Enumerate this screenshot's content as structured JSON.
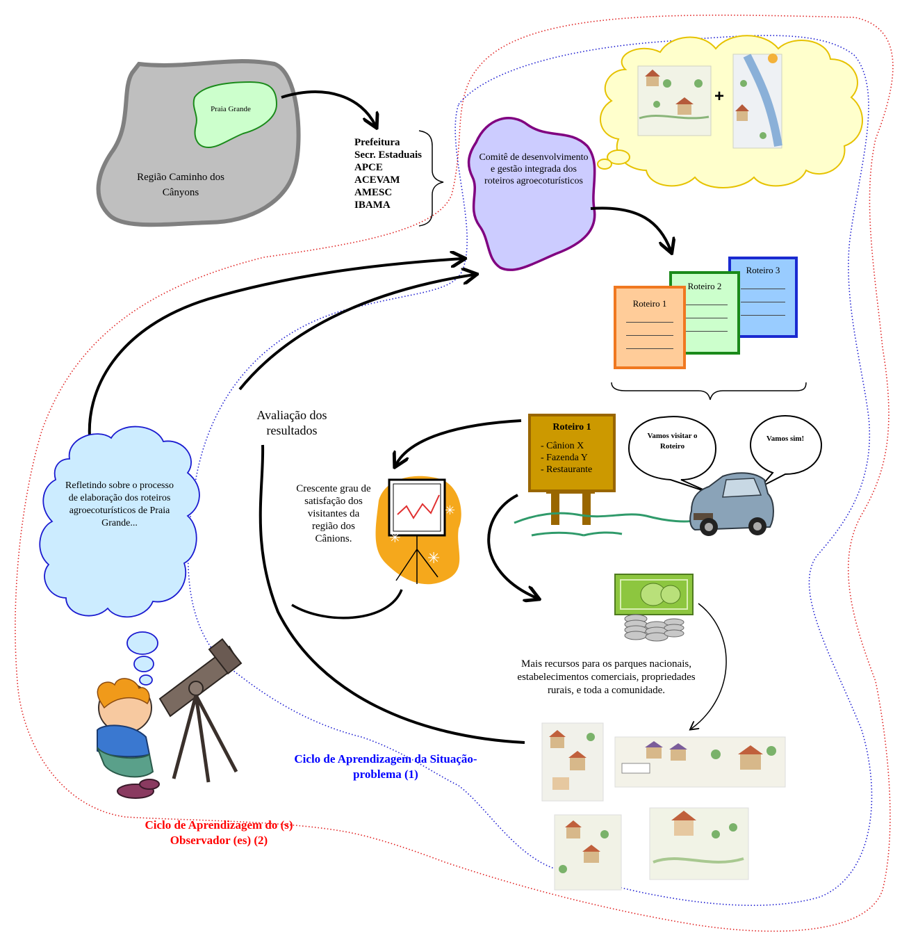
{
  "region": {
    "label": "Região Caminho dos Cânyons",
    "inner_label": "Praia Grande"
  },
  "institutions": [
    "Prefeitura",
    "Secr. Estaduais",
    "APCE",
    "ACEVAM",
    "AMESC",
    "IBAMA"
  ],
  "committee": {
    "label": "Comitê de desenvolvimento e gestão integrada dos roteiros agroecoturísticos"
  },
  "thought_top": {
    "plus": "+"
  },
  "routes": [
    {
      "label": "Roteiro 1"
    },
    {
      "label": "Roteiro 2"
    },
    {
      "label": "Roteiro 3"
    }
  ],
  "sign": {
    "title": "Roteiro 1",
    "items": [
      "- Cânion X",
      "- Fazenda Y",
      "- Restaurante"
    ]
  },
  "speech": {
    "left": "Vamos visitar o Roteiro",
    "right": "Vamos sim!"
  },
  "evaluation": "Avaliação dos resultados",
  "satisfaction": "Crescente grau de satisfação dos visitantes da região dos Cânions.",
  "reflection": "Refletindo sobre o processo de elaboração dos roteiros agroecoturísticos de Praia Grande...",
  "resources": "Mais recursos para os parques nacionais, estabelecimentos comerciais, propriedades rurais, e toda a comunidade.",
  "cycle1": "Ciclo de Aprendizagem da Situação-problema (1)",
  "cycle2": "Ciclo de Aprendizagem do (s) Observador (es) (2)",
  "colors": {
    "cycle1": "#0000ff",
    "cycle2": "#ff0000",
    "region": "#bfbfbf",
    "praia": "#ccffcc",
    "committee": "#ccccff",
    "committee_border": "#800080",
    "thought": "#ffffcc",
    "reflection": "#ccecff",
    "r1": "#ffcc99",
    "r1b": "#f07820",
    "r2": "#ccffcc",
    "r2b": "#1a8a1a",
    "r3": "#99ccff",
    "r3b": "#1a2ad0",
    "sign": "#cc9900",
    "sign_border": "#996600"
  }
}
